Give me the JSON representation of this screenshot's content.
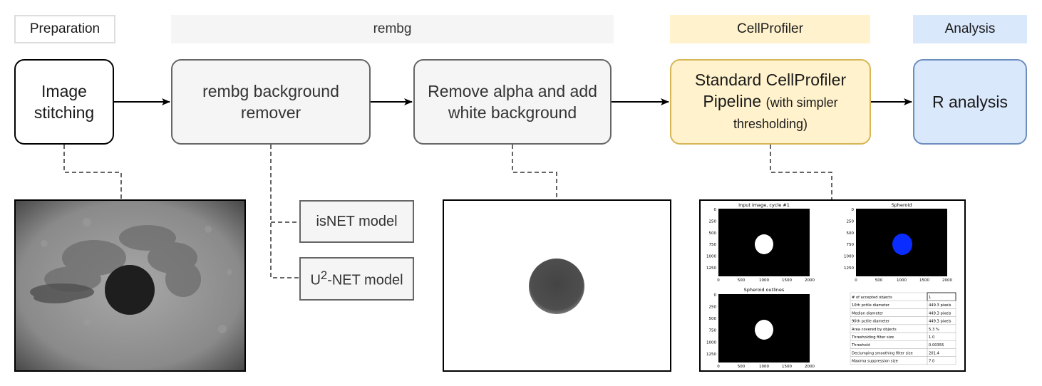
{
  "stages": {
    "preparation": "Preparation",
    "rembg": "rembg",
    "cellprofiler": "CellProfiler",
    "analysis": "Analysis"
  },
  "nodes": {
    "image_stitching": [
      "Image",
      "stitching"
    ],
    "rembg_remover": [
      "rembg background",
      "remover"
    ],
    "remove_alpha": [
      "Remove alpha and add",
      "white background"
    ],
    "cp_pipeline": {
      "l1": "Standard CellProfiler",
      "l2a": "Pipeline ",
      "l2b": "(with simpler",
      "l3": "thresholding)"
    },
    "r_analysis": "R analysis"
  },
  "models": {
    "isnet": "isNET model",
    "u2net": {
      "pre": "U",
      "sup": "2",
      "post": "-NET model"
    }
  },
  "cp_output": {
    "panel_titles": [
      "Input image, cycle #1",
      "Spheroid",
      "Spheroid outlines"
    ],
    "y_ticks": [
      "0",
      "250",
      "500",
      "750",
      "1000",
      "1250"
    ],
    "x_ticks": [
      "0",
      "500",
      "1000",
      "1500",
      "2000"
    ],
    "table": [
      {
        "label": "# of accepted objects",
        "value": "1"
      },
      {
        "label": "10th pctile diameter",
        "value": "449.3 pixels"
      },
      {
        "label": "Median diameter",
        "value": "449.3 pixels"
      },
      {
        "label": "90th pctile diameter",
        "value": "449.3 pixels"
      },
      {
        "label": "Area covered by objects",
        "value": "5.3 %"
      },
      {
        "label": "Thresholding filter size",
        "value": "1.0"
      },
      {
        "label": "Threshold",
        "value": "0.00355"
      },
      {
        "label": "Declumping smoothing filter size",
        "value": "201.4"
      },
      {
        "label": "Maxima suppression size",
        "value": "7.0"
      }
    ],
    "colors": {
      "spheroid_fill": "#0b2cff",
      "mask": "#ffffff",
      "background": "#000000"
    }
  }
}
